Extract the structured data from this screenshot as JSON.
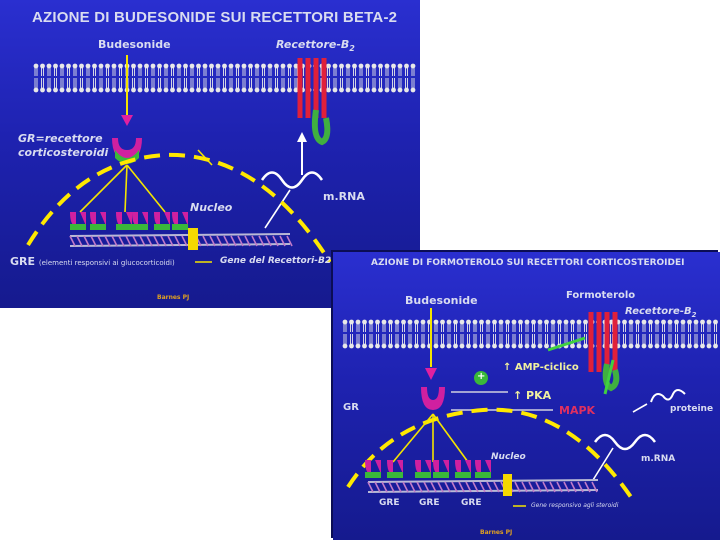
{
  "top": {
    "title": "AZIONE DI BUDESONIDE SUI RECETTORI BETA-2",
    "budesonide": "Budesonide",
    "receptor": "Recettore-B",
    "receptor_sub": "2",
    "gr_line1": "GR=recettore",
    "gr_line2": "corticosteroidi",
    "mrna": "m.RNA",
    "nucleus": "Nucleo",
    "gre": "GRE",
    "gre_note": "(elementi responsivi ai glucocorticoidi)",
    "gene": "Gene del Recettori-B2",
    "credit": "Barnes PJ"
  },
  "bottom": {
    "title": "AZIONE DI FORMOTEROLO SUI RECETTORI CORTICOSTEROIDEI",
    "budesonide": "Budesonide",
    "formoterol": "Formoterolo",
    "receptor": "Recettore-B",
    "receptor_sub": "2",
    "camp": "↑ AMP-ciclico",
    "pka": "↑ PKA",
    "plus": "+",
    "mapk": "MAPK",
    "gr": "GR",
    "proteins": "proteine",
    "mrna": "m.RNA",
    "nucleus": "Nucleo",
    "gre1": "GRE",
    "gre2": "GRE",
    "gre3": "GRE",
    "gene_note": "Gene responsivo agli steroidi",
    "credit": "Barnes PJ"
  },
  "colors": {
    "membrane": "#e8e8e8",
    "receptor_red": "#e0203a",
    "receptor_green": "#40b040",
    "gr_magenta": "#d020a0",
    "gr_green": "#3ab83a",
    "arrow_yellow": "#f4e400",
    "dashed_yellow": "#ffe800",
    "dna_pink": "#c07ac8",
    "gre_block": "#f5d800"
  }
}
